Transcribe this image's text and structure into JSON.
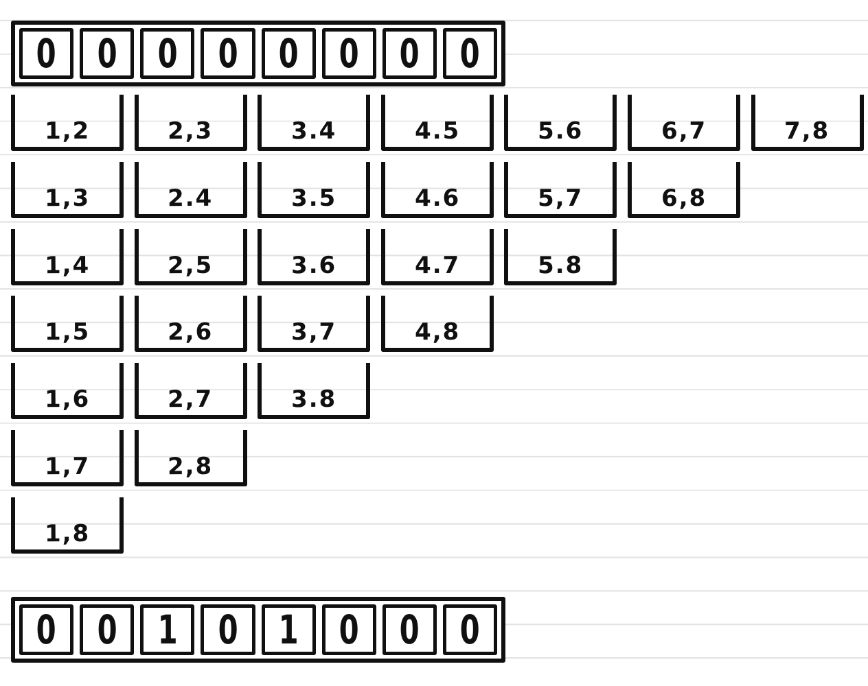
{
  "colors": {
    "ink": "#101010",
    "paper": "#ffffff",
    "ruled_line": "#e3e3e3"
  },
  "top_array": {
    "cells": [
      "0",
      "0",
      "0",
      "0",
      "0",
      "0",
      "0",
      "0"
    ]
  },
  "bucket_grid": {
    "rows": [
      [
        "1,2",
        "2,3",
        "3.4",
        "4.5",
        "5.6",
        "6,7",
        "7,8"
      ],
      [
        "1,3",
        "2.4",
        "3.5",
        "4.6",
        "5,7",
        "6,8"
      ],
      [
        "1,4",
        "2,5",
        "3.6",
        "4.7",
        "5.8"
      ],
      [
        "1,5",
        "2,6",
        "3,7",
        "4,8"
      ],
      [
        "1,6",
        "2,7",
        "3.8"
      ],
      [
        "1,7",
        "2,8"
      ],
      [
        "1,8"
      ]
    ]
  },
  "bottom_array": {
    "cells": [
      "0",
      "0",
      "1",
      "0",
      "1",
      "0",
      "0",
      "0"
    ]
  }
}
